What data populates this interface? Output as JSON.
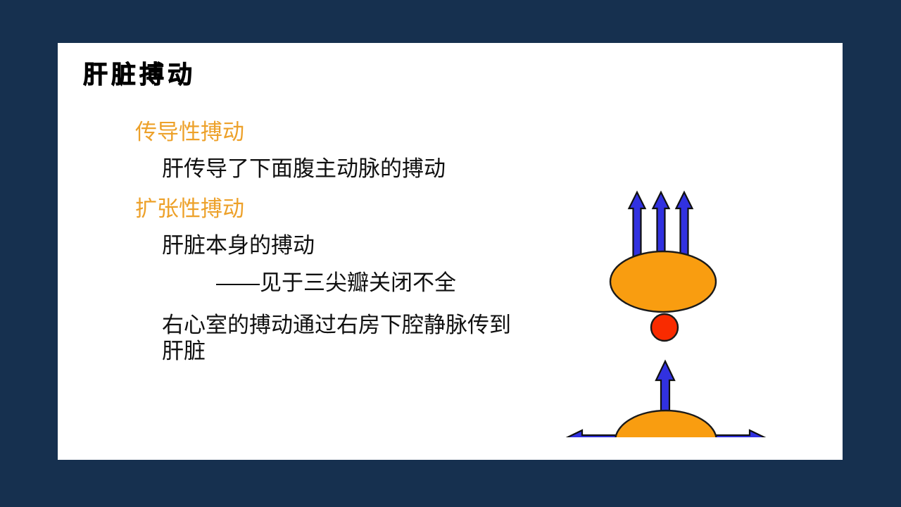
{
  "slide": {
    "title": "肝脏搏动",
    "background_color": "#16304f",
    "card_color": "#ffffff"
  },
  "content": {
    "section_1": {
      "heading": "传导性搏动",
      "heading_color": "#eda12a",
      "lines": [
        "肝传导了下面腹主动脉的搏动"
      ]
    },
    "section_2": {
      "heading": "扩张性搏动",
      "heading_color": "#eda12a",
      "lines": [
        "肝脏本身的搏动",
        "——见于三尖瓣关闭不全",
        "右心室的搏动通过右房下腔静脉传到肝脏"
      ]
    }
  },
  "diagram": {
    "colors": {
      "organ_fill": "#f99d10",
      "organ_stroke": "#1a1a1a",
      "arrow_fill": "#3131e0",
      "arrow_stroke": "#101010",
      "nodule_fill": "#f92b00",
      "nodule_stroke": "#1a1a1a"
    },
    "top_figure": {
      "label": "conducted-pulsation-figure",
      "organ_label": "liver-ellipse",
      "arrow_count": 3,
      "arrow_direction": "up",
      "nodule_label": "aorta-circle"
    },
    "bottom_figure": {
      "label": "expansile-pulsation-figure",
      "organ_label": "liver-ellipse",
      "arrow_count": 3,
      "arrow_directions": [
        "up",
        "left",
        "right"
      ]
    }
  }
}
